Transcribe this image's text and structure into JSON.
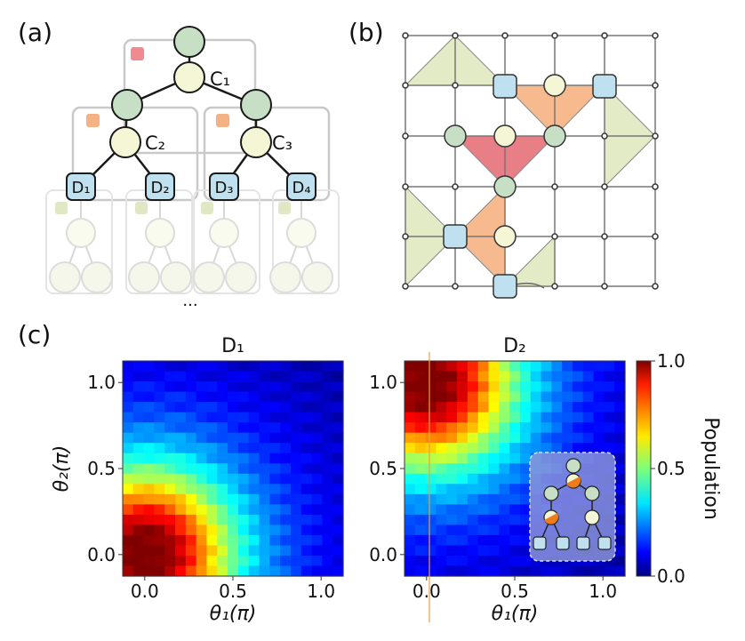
{
  "panel_labels": {
    "a": "(a)",
    "b": "(b)",
    "c": "(c)"
  },
  "tree": {
    "c1": "C₁",
    "c2": "C₂",
    "c3": "C₃",
    "d1": "D₁",
    "d2": "D₂",
    "d3": "D₃",
    "d4": "D₄",
    "ellipsis": "..."
  },
  "colors": {
    "green_node": "#c7dfc5",
    "yellow_node": "#f5f6d6",
    "blue_square": "#bfe1ef",
    "pink_square": "#f08a90",
    "orange_square": "#f4b184",
    "lightgreen_square": "#dfe8c3",
    "orange_tri": "#f7b98e",
    "red_tri": "#e87f86",
    "green_tri": "#e2ebc6"
  },
  "chart_data": [
    {
      "type": "heatmap",
      "title": "D₁",
      "xlabel": "θ₁(π)",
      "ylabel": "θ₂(π)",
      "xlim": [
        -0.125,
        1.125
      ],
      "ylim": [
        -0.125,
        1.125
      ],
      "xticks": [
        "0.0",
        "0.5",
        "1.0"
      ],
      "yticks": [
        "0.0",
        "0.5",
        "1.0"
      ],
      "grid": false,
      "description_values": "Population peaks at 1.0 near (0,0) and decays radially; near 0 at (1,1).",
      "peak": [
        0.0,
        0.0
      ],
      "value_range": [
        0.0,
        1.0
      ]
    },
    {
      "type": "heatmap",
      "title": "D₂",
      "xlabel": "θ₁(π)",
      "ylabel": "",
      "xlim": [
        -0.125,
        1.125
      ],
      "ylim": [
        -0.125,
        1.125
      ],
      "xticks": [
        "0.0",
        "0.5",
        "1.0"
      ],
      "yticks": [
        "0.0",
        "0.5",
        "1.0"
      ],
      "grid": false,
      "peak": [
        0.0,
        1.0
      ],
      "value_range": [
        0.0,
        1.0
      ],
      "colorbar": {
        "label": "Population",
        "ticks": [
          "0.0",
          "0.5",
          "1.0"
        ],
        "range": [
          0.0,
          1.0
        ],
        "colormap": "jet"
      }
    }
  ]
}
